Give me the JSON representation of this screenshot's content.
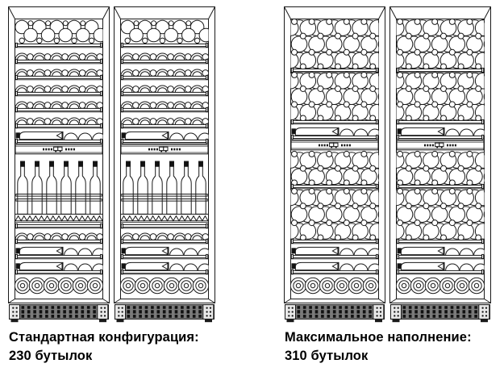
{
  "page": {
    "background": "#ffffff"
  },
  "drawing": {
    "stroke": "#1a1a1a",
    "dark": "#111111",
    "vent_fill": "#7a7a7a",
    "vent_cap_fill": "#e8e8e8"
  },
  "figures": [
    {
      "id": "standard",
      "caption": {
        "line1": "Стандартная конфигурация:",
        "line2": "230 бутылок"
      },
      "doors": 2,
      "shade_door2": false,
      "rows": [
        {
          "type": "top",
          "h": 35
        },
        {
          "type": "arc",
          "h": 20
        },
        {
          "type": "arc",
          "h": 20
        },
        {
          "type": "arc",
          "h": 20
        },
        {
          "type": "arc",
          "h": 20
        },
        {
          "type": "arc",
          "h": 20
        },
        {
          "type": "side",
          "h": 19
        },
        {
          "type": "panel",
          "h": 15
        },
        {
          "type": "upright",
          "h": 90
        },
        {
          "type": "arc",
          "h": 19
        },
        {
          "type": "side",
          "h": 19
        },
        {
          "type": "side",
          "h": 19
        },
        {
          "type": "bottoms",
          "h": 30
        }
      ]
    },
    {
      "id": "maximum",
      "caption": {
        "line1": "Максимальное наполнение:",
        "line2": "310 бутылок"
      },
      "doors": 2,
      "shade_door2": true,
      "rows": [
        {
          "type": "bulk",
          "rows": 3,
          "h": 66
        },
        {
          "type": "bulk",
          "rows": 3,
          "h": 64
        },
        {
          "type": "side",
          "h": 19
        },
        {
          "type": "panel",
          "h": 15
        },
        {
          "type": "bulk",
          "rows": 2,
          "h": 46
        },
        {
          "type": "bulk",
          "rows": 3,
          "h": 68
        },
        {
          "type": "side",
          "h": 19
        },
        {
          "type": "side",
          "h": 19
        },
        {
          "type": "bottoms",
          "h": 30
        }
      ]
    }
  ]
}
